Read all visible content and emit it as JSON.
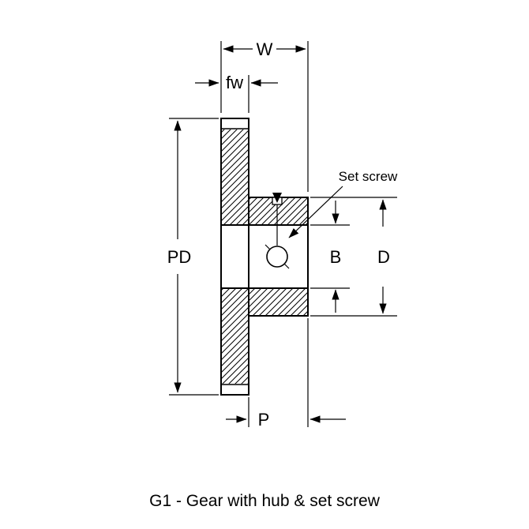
{
  "page": {
    "background": "#ffffff"
  },
  "diagram": {
    "kind": "gear-cross-section-technical-drawing",
    "line_color": "#000000",
    "labels": {
      "overall_width": "W",
      "face_width": "fw",
      "pitch_diameter": "PD",
      "bore_diameter": "B",
      "hub_diameter": "D",
      "hub_projection": "P",
      "set_screw_callout": "Set screw"
    },
    "caption": {
      "text": "G1 - Gear with hub & set screw",
      "color": "#3b3bd1"
    }
  }
}
